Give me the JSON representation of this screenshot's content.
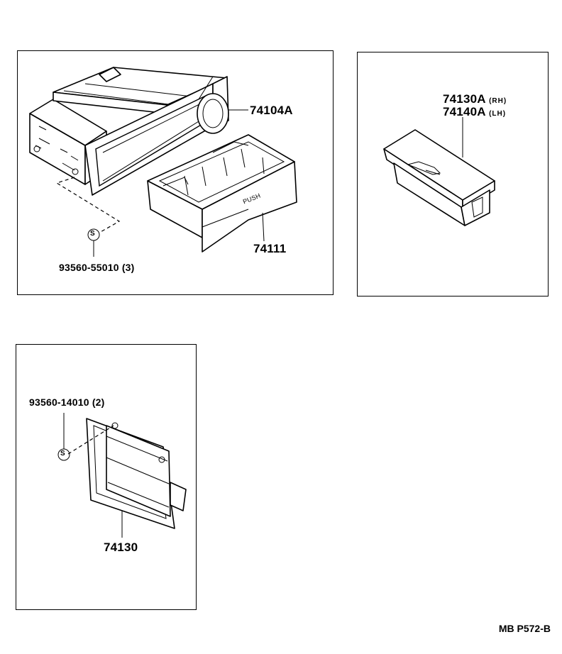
{
  "panels": {
    "ashtray_assembly": {
      "parts": {
        "housing": "74104A",
        "ashtray_drawer": "74111",
        "screw": "93560-55010 (3)",
        "drawer_marking": "PUSH",
        "screw_symbol": "S"
      }
    },
    "rear_ashtray": {
      "parts": {
        "part_rh": "74130A",
        "part_rh_side": "(RH)",
        "part_lh": "74140A",
        "part_lh_side": "(LH)"
      }
    },
    "door_ashtray": {
      "parts": {
        "screw": "93560-14010 (2)",
        "ashtray": "74130",
        "screw_symbol": "S"
      }
    }
  },
  "footer": {
    "code": "MB P572-B"
  }
}
